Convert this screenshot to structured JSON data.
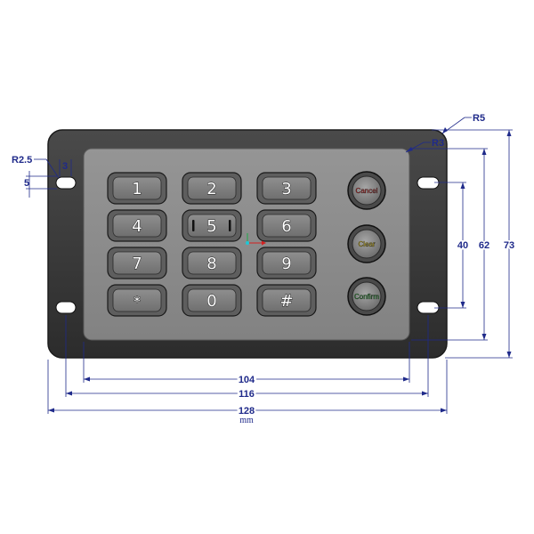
{
  "keypad": {
    "keys": [
      {
        "label": "1"
      },
      {
        "label": "2"
      },
      {
        "label": "3"
      },
      {
        "label": "4"
      },
      {
        "label": "5"
      },
      {
        "label": "6"
      },
      {
        "label": "7"
      },
      {
        "label": "8"
      },
      {
        "label": "9"
      },
      {
        "label": "*"
      },
      {
        "label": "0"
      },
      {
        "label": "#"
      }
    ],
    "function_buttons": [
      {
        "label": "Cancel",
        "color": "#d42020"
      },
      {
        "label": "Clear",
        "color": "#e0c000"
      },
      {
        "label": "Confirm",
        "color": "#1f9a2a"
      }
    ]
  },
  "dimensions": {
    "corner_radius_outer": "R5",
    "corner_radius_inner": "R3",
    "hole_radius": "R2.5",
    "hole_width": "3",
    "hole_height": "5",
    "hole_spacing": "40",
    "panel_height": "62",
    "overall_height": "73",
    "panel_width": "104",
    "hole_pitch": "116",
    "overall_width": "128",
    "unit": "mm"
  },
  "colors": {
    "dimension_line": "#1f2a8a",
    "plate": "#3a3a3a",
    "panel": "#8a8a8a",
    "key_face": "#7d7d7d"
  }
}
